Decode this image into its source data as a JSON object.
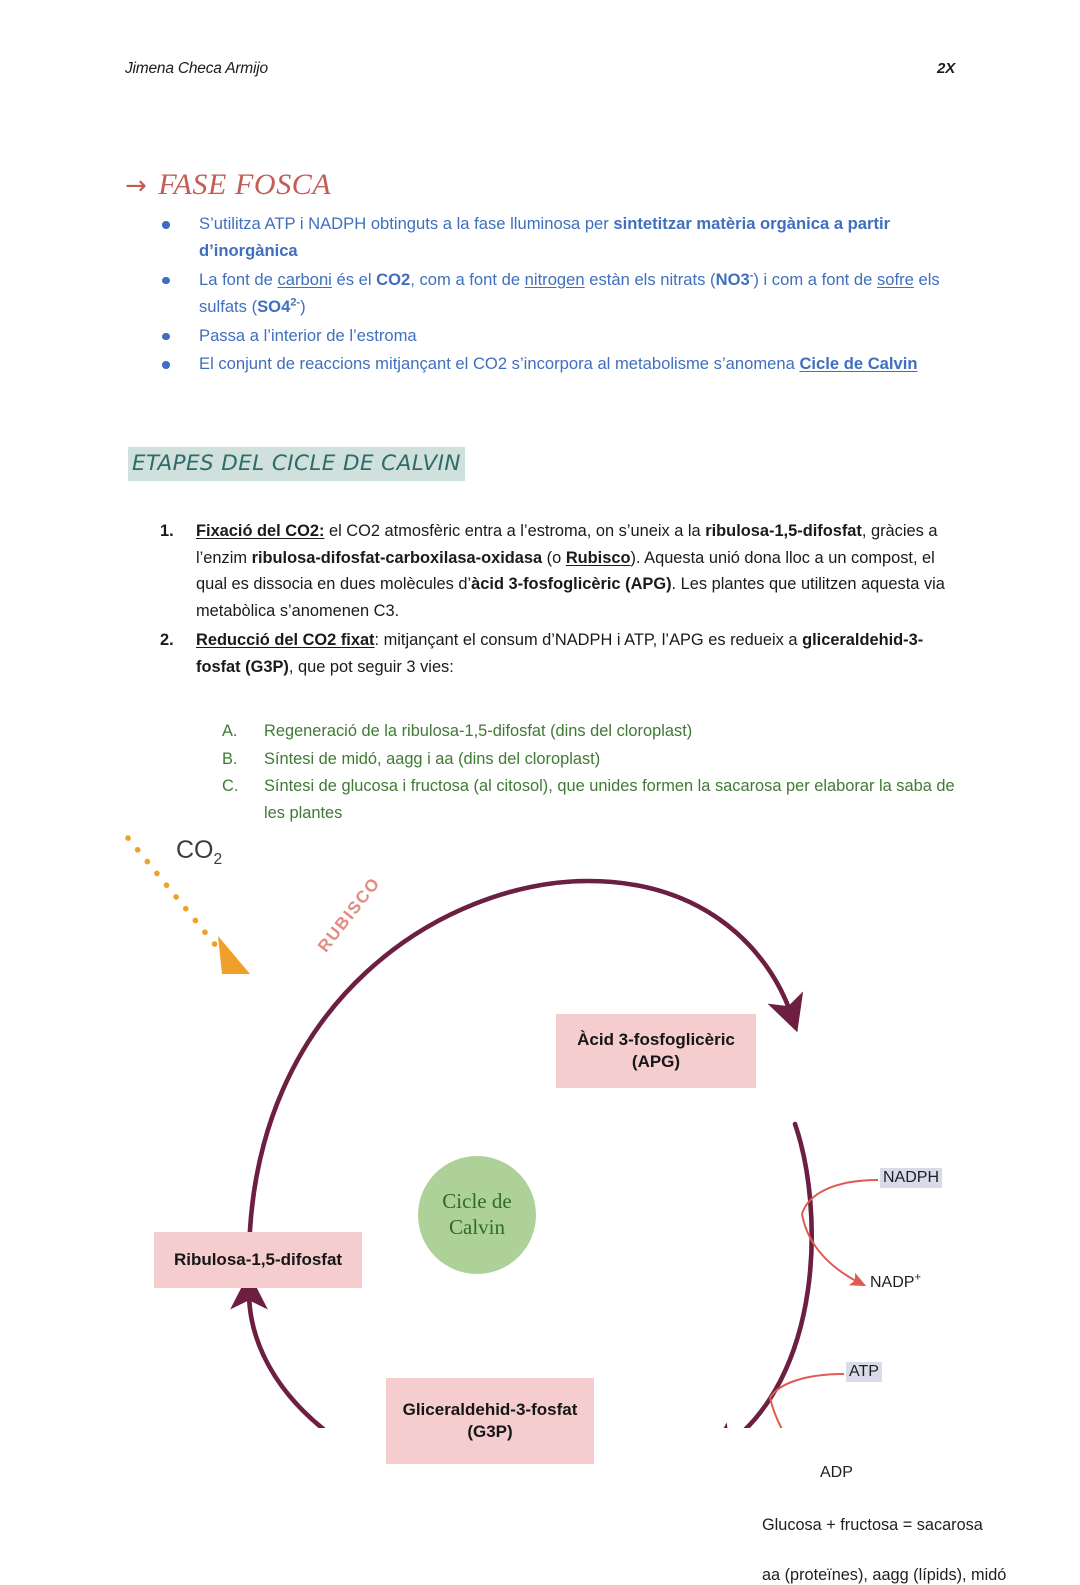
{
  "header": {
    "author": "Jimena Checa Armijo",
    "page_mark": "2X"
  },
  "title": {
    "arrow": "→",
    "text": "FASE FOSCA",
    "color": "#c35b57"
  },
  "intro_bullets": [
    {
      "parts": [
        {
          "text": "S’utilitza ATP i NADPH obtinguts a la fase lluminosa per ",
          "style": "normal"
        },
        {
          "text": "sintetitzar matèria orgànica a partir d’inorgànica",
          "style": "bold"
        }
      ]
    },
    {
      "parts": [
        {
          "text": "La font de ",
          "style": "normal"
        },
        {
          "text": "carboni",
          "style": "underline"
        },
        {
          "text": " és el ",
          "style": "normal"
        },
        {
          "text": "CO2",
          "style": "bold"
        },
        {
          "text": ", com a font de ",
          "style": "normal"
        },
        {
          "text": "nitrogen",
          "style": "underline"
        },
        {
          "text": " estàn els nitrats (",
          "style": "normal"
        },
        {
          "text": "NO3",
          "style": "bold"
        },
        {
          "text": "-",
          "style": "bold-sup"
        },
        {
          "text": ") i com a font de ",
          "style": "normal"
        },
        {
          "text": "sofre",
          "style": "underline"
        },
        {
          "text": " els sulfats (",
          "style": "normal"
        },
        {
          "text": "SO4",
          "style": "bold"
        },
        {
          "text": "2-",
          "style": "bold-sup"
        },
        {
          "text": ")",
          "style": "normal"
        }
      ]
    },
    {
      "parts": [
        {
          "text": "Passa a l’interior de l’estroma",
          "style": "normal"
        }
      ]
    },
    {
      "parts": [
        {
          "text": "El conjunt de reaccions mitjançant el CO2 s’incorpora al metabolisme s’anomena ",
          "style": "normal"
        },
        {
          "text": "Cicle de Calvin",
          "style": "bold-underline"
        }
      ]
    }
  ],
  "section_heading": "ETAPES DEL CICLE DE CALVIN",
  "steps": [
    {
      "number": "1.",
      "parts": [
        {
          "text": "Fixació del CO2:",
          "style": "bold-underline"
        },
        {
          "text": " el CO2 atmosfèric entra a l’estroma, on s’uneix a la ",
          "style": "normal"
        },
        {
          "text": "ribulosa-1,5-difosfat",
          "style": "bold"
        },
        {
          "text": ", gràcies a l’enzim ",
          "style": "normal"
        },
        {
          "text": "ribulosa-difosfat-carboxilasa-oxidasa",
          "style": "bold"
        },
        {
          "text": " (o ",
          "style": "normal"
        },
        {
          "text": "Rubisco",
          "style": "bold-underline"
        },
        {
          "text": "). Aquesta unió dona lloc a un compost, el qual es dissocia en dues molècules d’",
          "style": "normal"
        },
        {
          "text": "àcid 3-fosfoglicèric (APG)",
          "style": "bold"
        },
        {
          "text": ". Les plantes que utilitzen aquesta via metabòlica s’anomenen C3.",
          "style": "normal"
        }
      ]
    },
    {
      "number": "2.",
      "parts": [
        {
          "text": "Reducció del CO2 fixat",
          "style": "bold-underline"
        },
        {
          "text": ": mitjançant el consum d’NADPH i ATP, l’APG es redueix a ",
          "style": "normal"
        },
        {
          "text": "gliceraldehid-3-fosfat (G3P)",
          "style": "bold"
        },
        {
          "text": ", que pot seguir 3 vies:",
          "style": "normal"
        }
      ]
    }
  ],
  "sub_items": [
    {
      "letter": "A.",
      "text": "Regeneració de la ribulosa-1,5-difosfat (dins del cloroplast)"
    },
    {
      "letter": "B.",
      "text": "Síntesi de midó, aagg i aa (dins del cloroplast)"
    },
    {
      "letter": "C.",
      "text": "Síntesi de glucosa i fructosa (al citosol), que unides formen la sacarosa per elaborar la saba de les plantes"
    }
  ],
  "diagram": {
    "co2_label": "CO",
    "co2_sub": "2",
    "enzyme_label": "RUBISCO",
    "center_line1": "Cicle de",
    "center_line2": "Calvin",
    "boxes": {
      "apg_line1": "Àcid 3-fosfoglicèric",
      "apg_line2": "(APG)",
      "ribulosa": "Ribulosa-1,5-difosfat",
      "g3p_line1": "Gliceraldehid-3-fosfat",
      "g3p_line2": "(G3P)"
    },
    "cofactors": {
      "nadph": "NADPH",
      "nadp_plus": "NADP",
      "nadp_plus_sup": "+",
      "atp": "ATP",
      "adp": "ADP"
    },
    "products": {
      "sucrose": "Glucosa + fructosa = sacarosa",
      "others": "aa (proteïnes), aagg (lípids), midó"
    },
    "colors": {
      "box_fill": "#f5cdce",
      "circle_fill": "#aed199",
      "circle_text": "#2e6b2b",
      "cycle_arrow": "#6d1f42",
      "red_arrow": "#e05a52",
      "co2_arrow": "#f0a02a",
      "cofactor_highlight": "#d9daea"
    }
  }
}
